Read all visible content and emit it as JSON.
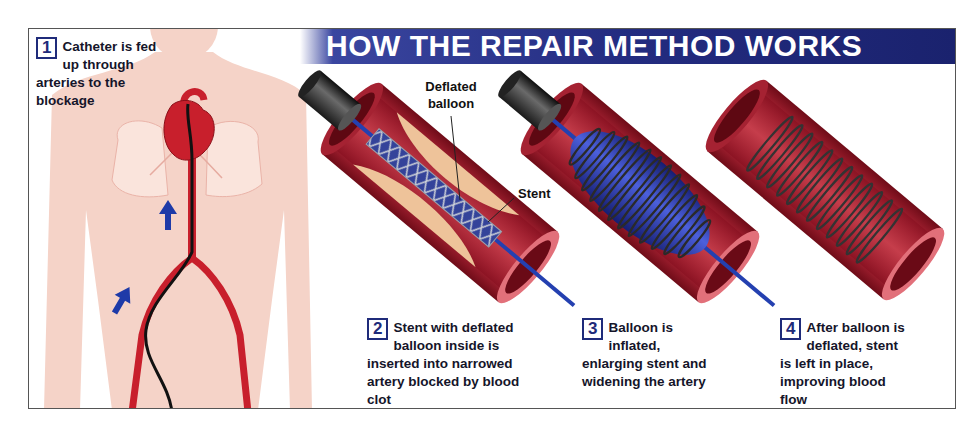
{
  "diagram": {
    "title": "HOW THE REPAIR METHOD WORKS",
    "nodes": [
      {
        "text": [
          "1",
          "Catheter is fed up through arteries to the blockage"
        ]
      },
      {
        "text": [
          "2",
          "Stent with deflated balloon inside is inserted into narrowed artery blocked by blood clot"
        ]
      },
      {
        "text": [
          "3",
          "Balloon is inflated, enlarging stent and widening the artery"
        ]
      },
      {
        "text": [
          "4",
          "After balloon is deflated, stent is left in place, improving blood flow"
        ]
      }
    ],
    "labels": [
      "Deflated balloon",
      "Stent"
    ]
  }
}
